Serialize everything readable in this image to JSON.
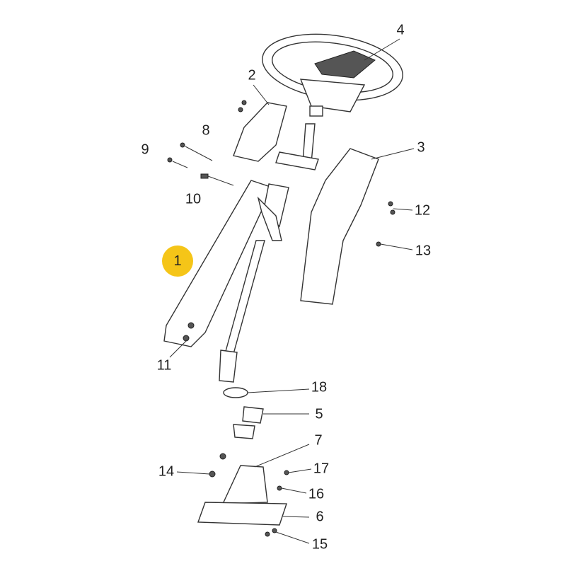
{
  "diagram": {
    "highlighted_part": "1",
    "highlight_color": "#f5c518",
    "labels": [
      "1",
      "2",
      "3",
      "4",
      "5",
      "6",
      "7",
      "8",
      "9",
      "10",
      "11",
      "12",
      "13",
      "14",
      "15",
      "16",
      "17",
      "18"
    ]
  }
}
